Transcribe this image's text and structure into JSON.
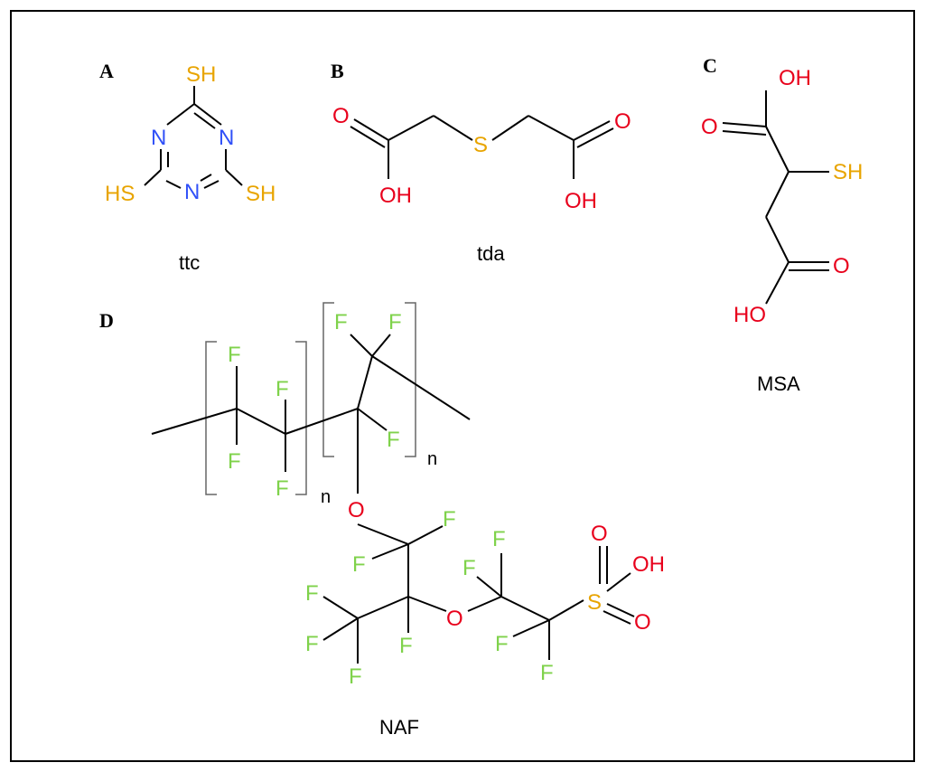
{
  "colors": {
    "carbon": "#000000",
    "oxygen": "#e8001c",
    "sulfur": "#e8a400",
    "nitrogen": "#3050f8",
    "fluorine": "#7fd24b",
    "bracket": "#666666",
    "frame": "#000000"
  },
  "panels": {
    "A": {
      "letter": "A",
      "name": "ttc"
    },
    "B": {
      "letter": "B",
      "name": "tda"
    },
    "C": {
      "letter": "C",
      "name": "MSA"
    },
    "D": {
      "letter": "D",
      "name": "NAF",
      "repeat_label_1": "n",
      "repeat_label_2": "n"
    }
  },
  "atoms": {
    "SH": "SH",
    "HS": "HS",
    "N": "N",
    "O": "O",
    "OH": "OH",
    "HO": "HO",
    "S": "S",
    "F": "F"
  }
}
